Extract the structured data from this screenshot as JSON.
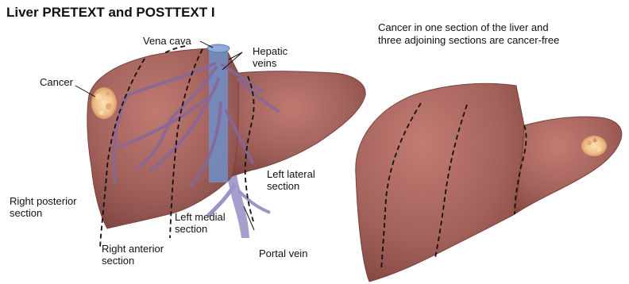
{
  "title": "Liver PRETEXT and POSTTEXT I",
  "caption": {
    "line1": "Cancer in one section of the liver and",
    "line2": "three adjoining sections are cancer-free"
  },
  "labels": {
    "vena_cava": "Vena cava",
    "hepatic_veins_line1": "Hepatic",
    "hepatic_veins_line2": "veins",
    "cancer": "Cancer",
    "left_lateral_line1": "Left lateral",
    "left_lateral_line2": "section",
    "right_posterior_line1": "Right posterior",
    "right_posterior_line2": "section",
    "left_medial_line1": "Left medial",
    "left_medial_line2": "section",
    "right_anterior_line1": "Right anterior",
    "right_anterior_line2": "section",
    "portal_vein": "Portal vein"
  },
  "colors": {
    "liver": "#9e5a54",
    "liver_light": "#b67069",
    "vena_cava": "#6f8fc8",
    "vein": "#8a6d93",
    "portal_vein": "#9c94c6",
    "tumor": "#f3c98f"
  }
}
